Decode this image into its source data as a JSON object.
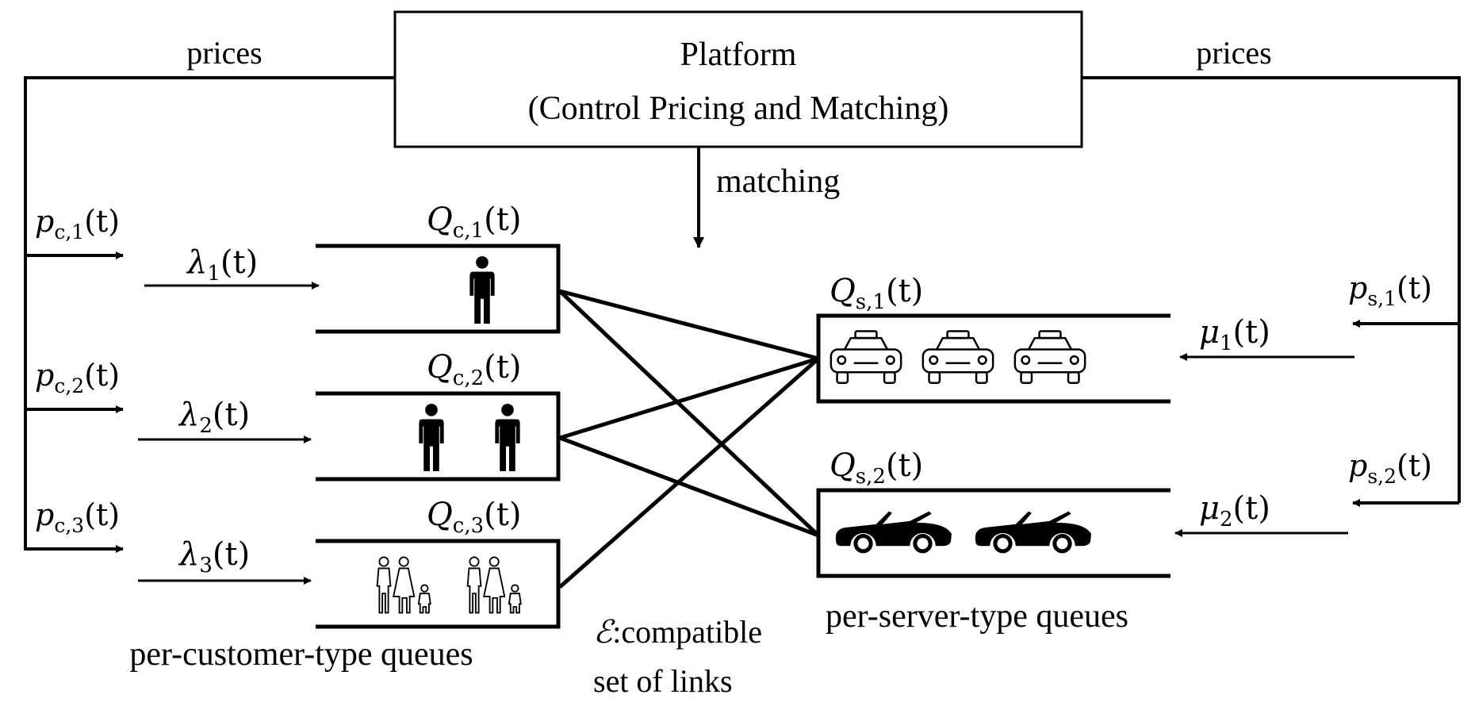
{
  "platform": {
    "title": "Platform",
    "subtitle": "(Control Pricing and Matching)"
  },
  "labels": {
    "prices_left": "prices",
    "prices_right": "prices",
    "matching": "matching",
    "customer_queues_caption": "per-customer-type queues",
    "server_queues_caption": "per-server-type queues",
    "edges_symbol": "ℰ",
    "edges_caption_line1": ":compatible",
    "edges_caption_line2": "set of links"
  },
  "customer_queues": [
    {
      "id": "c1",
      "price": {
        "sym": "p",
        "sub": "c,1",
        "arg": "(t)"
      },
      "arrival": {
        "sym": "λ",
        "sub": "1",
        "arg": "(t)"
      },
      "queue": {
        "sym": "Q",
        "sub": "c,1",
        "arg": "(t)"
      },
      "contents": {
        "icon": "person-icon",
        "count": 1
      }
    },
    {
      "id": "c2",
      "price": {
        "sym": "p",
        "sub": "c,2",
        "arg": "(t)"
      },
      "arrival": {
        "sym": "λ",
        "sub": "2",
        "arg": "(t)"
      },
      "queue": {
        "sym": "Q",
        "sub": "c,2",
        "arg": "(t)"
      },
      "contents": {
        "icon": "person-icon",
        "count": 2
      }
    },
    {
      "id": "c3",
      "price": {
        "sym": "p",
        "sub": "c,3",
        "arg": "(t)"
      },
      "arrival": {
        "sym": "λ",
        "sub": "3",
        "arg": "(t)"
      },
      "queue": {
        "sym": "Q",
        "sub": "c,3",
        "arg": "(t)"
      },
      "contents": {
        "icon": "family-icon",
        "count": 2
      }
    }
  ],
  "server_queues": [
    {
      "id": "s1",
      "price": {
        "sym": "p",
        "sub": "s,1",
        "arg": "(t)"
      },
      "arrival": {
        "sym": "μ",
        "sub": "1",
        "arg": "(t)"
      },
      "queue": {
        "sym": "Q",
        "sub": "s,1",
        "arg": "(t)"
      },
      "contents": {
        "icon": "taxi-icon",
        "count": 3
      }
    },
    {
      "id": "s2",
      "price": {
        "sym": "p",
        "sub": "s,2",
        "arg": "(t)"
      },
      "arrival": {
        "sym": "μ",
        "sub": "2",
        "arg": "(t)"
      },
      "queue": {
        "sym": "Q",
        "sub": "s,2",
        "arg": "(t)"
      },
      "contents": {
        "icon": "convertible-car-icon",
        "count": 2
      }
    }
  ],
  "compatible_links": [
    {
      "customer": "c1",
      "server": "s1"
    },
    {
      "customer": "c1",
      "server": "s2"
    },
    {
      "customer": "c2",
      "server": "s1"
    },
    {
      "customer": "c2",
      "server": "s2"
    },
    {
      "customer": "c3",
      "server": "s1"
    }
  ]
}
